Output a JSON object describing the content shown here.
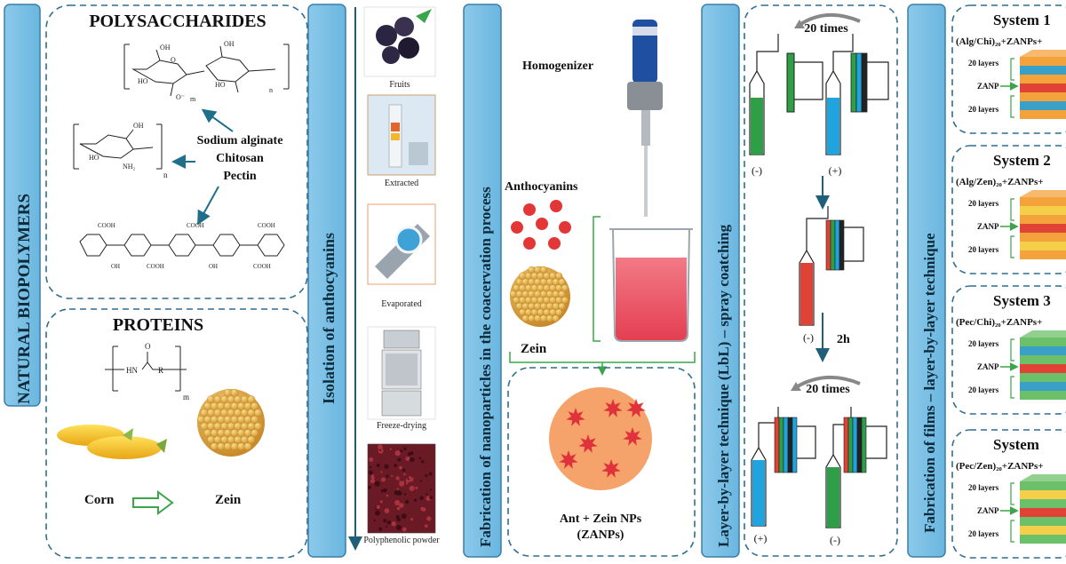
{
  "natural_biopolymers": {
    "title": "NATURAL BIOPOLYMERS",
    "polysaccharides": {
      "title": "POLYSACCHARIDES",
      "names": [
        "Sodium alginate",
        "Chitosan",
        "Pectin"
      ],
      "chem_labels": {
        "ho": "HO",
        "oh": "OH",
        "o": "O",
        "cooh": "COOH",
        "coo_minus": "O⁻",
        "nh2": "NH₂",
        "m": "m",
        "n": "n"
      }
    },
    "proteins": {
      "title": "PROTEINS",
      "chem_labels": {
        "hn": "HN",
        "r": "R",
        "o": "O",
        "m": "m"
      },
      "corn_label": "Corn",
      "zein_label": "Zein"
    }
  },
  "isolation": {
    "title": "Isolation of anthocyanins",
    "steps": [
      "Fruits",
      "Extracted",
      "Evaporated",
      "Freeze-drying",
      "Polyphenolic powder"
    ]
  },
  "coacervation": {
    "title": "Fabrication of nanoparticles in the coacervation process",
    "homogenizer_label": "Homogenizer",
    "anthocyanins_label": "Anthocyanins",
    "zein_label": "Zein",
    "result_label_line1": "Ant + Zein NPs",
    "result_label_line2": "(ZANPs)"
  },
  "lbl": {
    "title": "Layer-by-layer technique (LbL) – spray coatching",
    "repeat_top": "20 times",
    "repeat_bottom": "20 times",
    "wait_label": "2h",
    "charges": [
      "(-)",
      "(+)",
      "(-)",
      "(+)",
      "(-)"
    ],
    "colors": {
      "green": "#2e9e47",
      "blue": "#1fa4e0",
      "red": "#e04335"
    }
  },
  "films": {
    "title": "Fabrication of films – layer-by-layer technique",
    "systems": [
      {
        "title": "System 1",
        "formula": "(Alg/Chi)₂₀+ZANPs+",
        "layers": [
          "20 layers",
          "ZANP",
          "20 layers"
        ],
        "base": "#f3a23c",
        "stripe": "#3aa0c8"
      },
      {
        "title": "System 2",
        "formula": "(Alg/Zen)₂₀+ZANPs+",
        "layers": [
          "20 layers",
          "ZANP",
          "20 layers"
        ],
        "base": "#f3a23c",
        "stripe": "#f6cf4a"
      },
      {
        "title": "System 3",
        "formula": "(Pec/Chi)₂₀+ZANPs+",
        "layers": [
          "20 layers",
          "ZANP",
          "20 layers"
        ],
        "base": "#6cc06a",
        "stripe": "#3aa0c8"
      },
      {
        "title": "System",
        "formula": "(Pec/Zen)₂₀+ZANPs+",
        "layers": [
          "20 layers",
          "ZANP",
          "20 layers"
        ],
        "base": "#6cc06a",
        "stripe": "#f6cf4a"
      }
    ]
  }
}
